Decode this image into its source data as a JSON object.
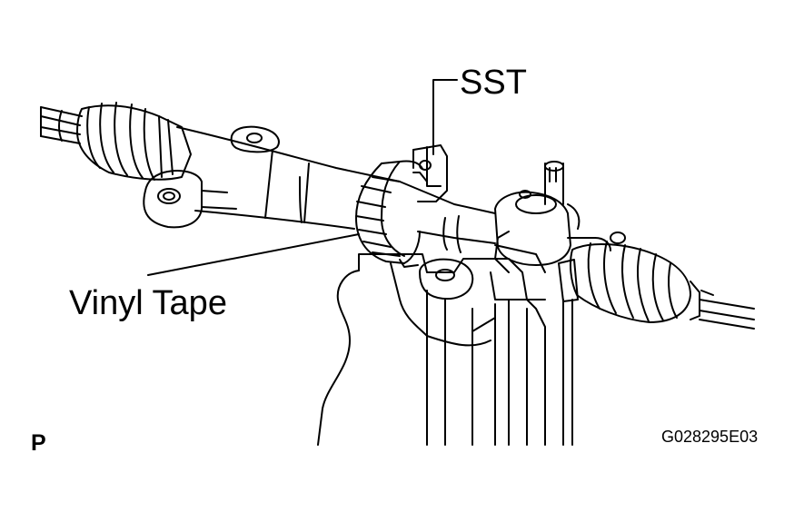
{
  "labels": {
    "sst": "SST",
    "vinyl_tape": "Vinyl Tape",
    "view_marker": "P",
    "figure_code": "G028295E03"
  },
  "colors": {
    "line": "#000000",
    "background": "#ffffff"
  }
}
